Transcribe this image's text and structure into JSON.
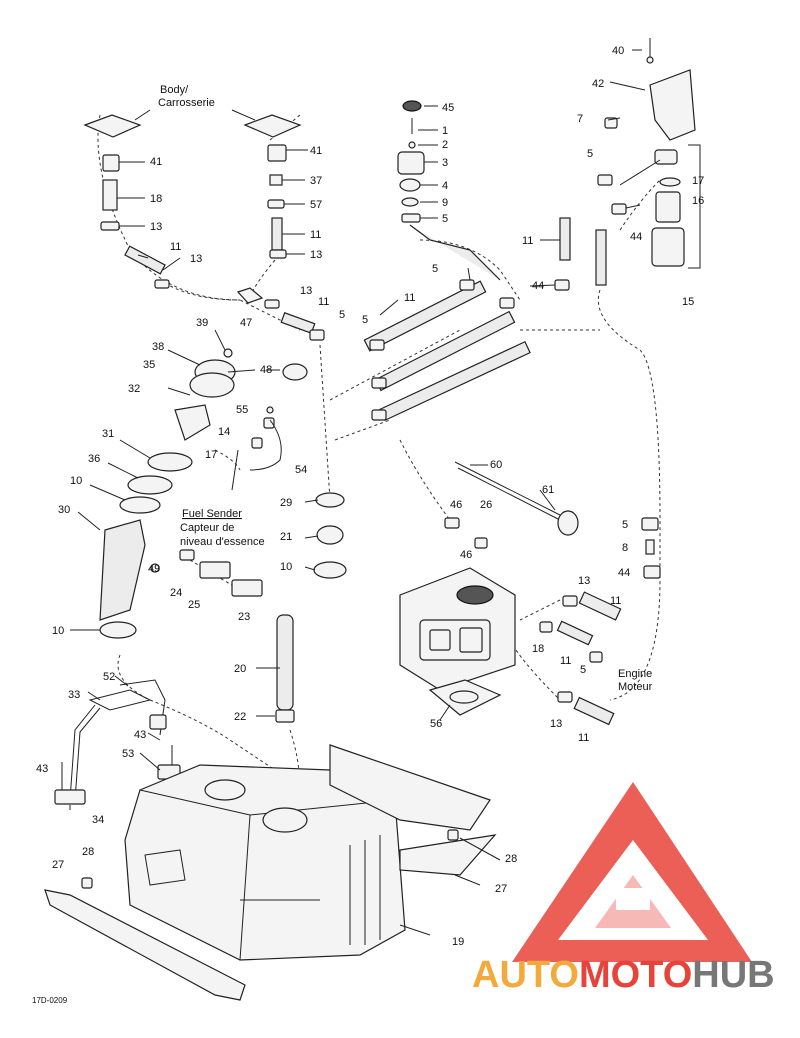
{
  "notes": {
    "body": [
      "Body/",
      "Carrosserie"
    ],
    "fuel_sender": [
      "Fuel Sender",
      "Capteur de",
      "niveau d'essence"
    ],
    "engine": [
      "Engine",
      "Moteur"
    ]
  },
  "figure_code": "17D-0209",
  "watermark": {
    "part1": "AUTO",
    "part2": "MOTO",
    "part3": "HUB",
    "colors": {
      "red": "#e8433a",
      "orange": "#f3a93c",
      "gray": "#777777"
    }
  },
  "callouts": [
    "40",
    "42",
    "7",
    "5",
    "17",
    "16",
    "15",
    "45",
    "1",
    "2",
    "3",
    "4",
    "9",
    "5",
    "11",
    "44",
    "5",
    "44",
    "41",
    "18",
    "13",
    "11",
    "13",
    "41",
    "37",
    "57",
    "11",
    "13",
    "13",
    "11",
    "47",
    "5",
    "5",
    "11",
    "39",
    "38",
    "35",
    "48",
    "32",
    "55",
    "14",
    "17",
    "54",
    "31",
    "36",
    "10",
    "30",
    "29",
    "21",
    "10",
    "49",
    "24",
    "25",
    "23",
    "60",
    "61",
    "46",
    "26",
    "46",
    "5",
    "8",
    "44",
    "13",
    "11",
    "18",
    "11",
    "5",
    "10",
    "20",
    "22",
    "52",
    "33",
    "43",
    "53",
    "43",
    "34",
    "56",
    "13",
    "11",
    "28",
    "27",
    "27",
    "28",
    "19"
  ]
}
